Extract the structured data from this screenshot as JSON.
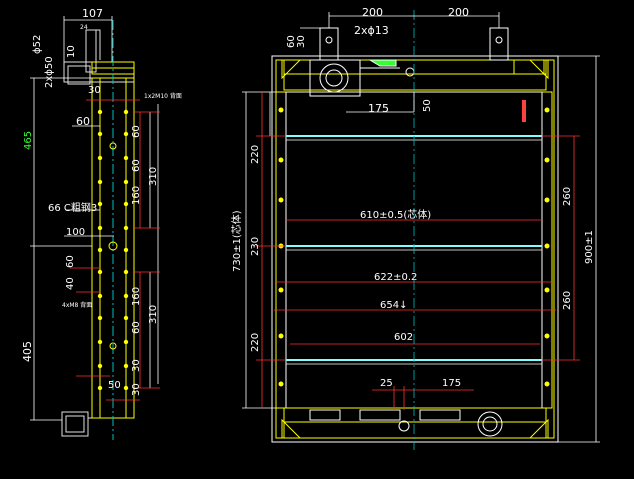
{
  "side_view": {
    "dim_107": "107",
    "dim_phi52": "ϕ52",
    "dim_2x_phi50": "2xϕ50",
    "dim_10": "10",
    "dim_24": "24",
    "dim_30": "30",
    "dim_465": "465",
    "dim_405": "405",
    "dim_60a": "60",
    "dim_60b": "60",
    "dim_60c": "60",
    "dim_60d": "60",
    "dim_66": "66 C粗钢3",
    "dim_100": "100",
    "dim_40": "40",
    "dim_160a": "160",
    "dim_160b": "160",
    "dim_310a": "310",
    "dim_310b": "310",
    "dim_30a": "30",
    "dim_30b": "30",
    "dim_50": "50",
    "dim_60e": "60",
    "note_top": "1x2M10 背面",
    "note_bottom": "4xM8 背面"
  },
  "front_view": {
    "dim_200a": "200",
    "dim_200b": "200",
    "dim_60": "60",
    "dim_30": "30",
    "dim_2x_phi13": "2xϕ13",
    "dim_175_top": "175",
    "dim_50": "50",
    "dim_220_top": "220",
    "dim_230": "230",
    "dim_220_bot": "220",
    "dim_730": "730±1(芯体)",
    "dim_610": "610±0.5(芯体)",
    "dim_622": "622±0.2",
    "dim_654": "654↓",
    "dim_602": "602",
    "dim_260a": "260",
    "dim_260b": "260",
    "dim_900": "900±1",
    "dim_25": "25",
    "dim_175_bot": "175"
  }
}
